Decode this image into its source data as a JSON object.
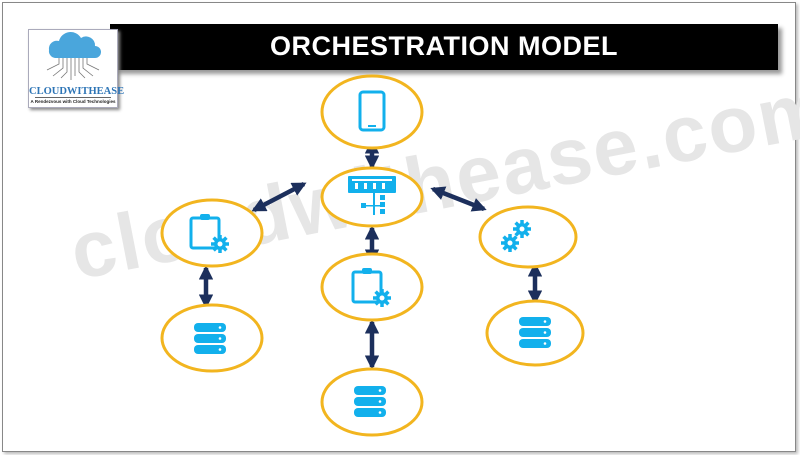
{
  "title": "ORCHESTRATION MODEL",
  "logo": {
    "name": "CLOUDWITHEASE",
    "tagline": "A Rendezvous with Cloud Technologies"
  },
  "watermark": "cloudwithease.com",
  "colors": {
    "ellipse": "#f2b51f",
    "icon": "#12b0ec",
    "arrow": "#1c2f5c",
    "title_bg": "#000000"
  },
  "nodes": [
    {
      "id": "device",
      "icon": "tablet-icon"
    },
    {
      "id": "orchestrator",
      "icon": "orchestrator-hierarchy-icon"
    },
    {
      "id": "service-left",
      "icon": "clipboard-gear-icon"
    },
    {
      "id": "service-center",
      "icon": "clipboard-gear-icon"
    },
    {
      "id": "service-right",
      "icon": "gears-icon"
    },
    {
      "id": "db-left",
      "icon": "database-icon"
    },
    {
      "id": "db-center",
      "icon": "database-icon"
    },
    {
      "id": "db-right",
      "icon": "database-icon"
    }
  ]
}
